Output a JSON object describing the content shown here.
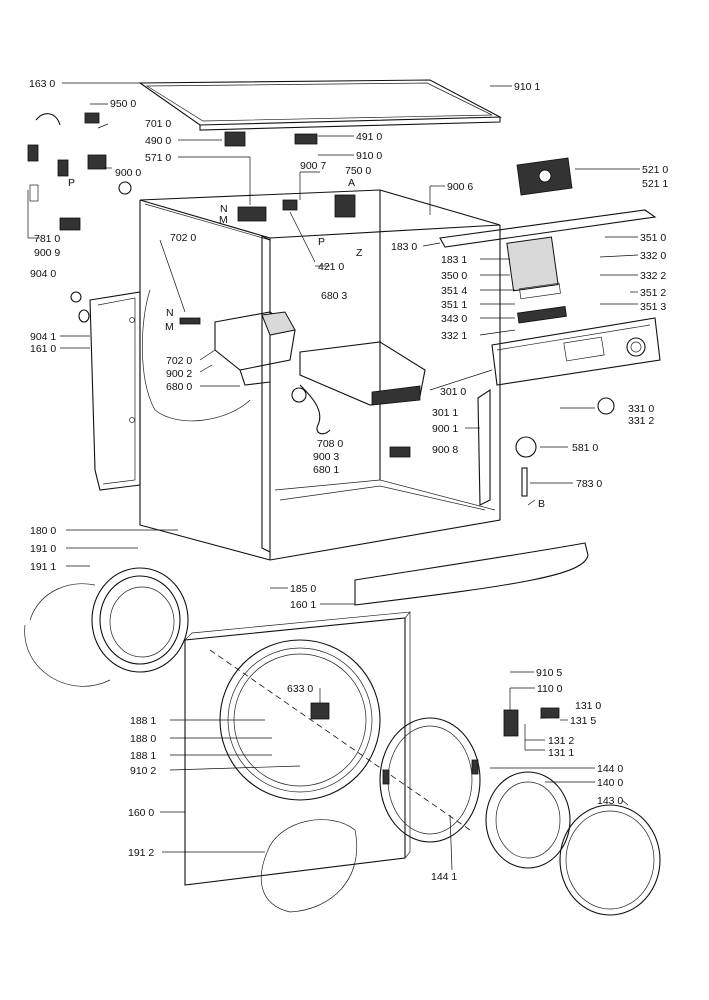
{
  "labels": [
    {
      "id": "l1630",
      "text": "163 0"
    },
    {
      "id": "l9101",
      "text": "910 1"
    },
    {
      "id": "l9500",
      "text": "950 0"
    },
    {
      "id": "l7010",
      "text": "701 0"
    },
    {
      "id": "l4900",
      "text": "490 0"
    },
    {
      "id": "l4910",
      "text": "491 0"
    },
    {
      "id": "l9100",
      "text": "910 0"
    },
    {
      "id": "l5710",
      "text": "571 0"
    },
    {
      "id": "l9000",
      "text": "900 0"
    },
    {
      "id": "l9007",
      "text": "900 7"
    },
    {
      "id": "l7500",
      "text": "750 0"
    },
    {
      "id": "lA",
      "text": "A"
    },
    {
      "id": "l5210",
      "text": "521 0"
    },
    {
      "id": "l5211",
      "text": "521 1"
    },
    {
      "id": "l9006",
      "text": "900 6"
    },
    {
      "id": "lN1",
      "text": "N"
    },
    {
      "id": "lM1",
      "text": "M"
    },
    {
      "id": "lP1",
      "text": "P"
    },
    {
      "id": "lP2",
      "text": "P"
    },
    {
      "id": "lZ",
      "text": "Z"
    },
    {
      "id": "l1830",
      "text": "183 0"
    },
    {
      "id": "l3510",
      "text": "351 0"
    },
    {
      "id": "l7810",
      "text": "781 0"
    },
    {
      "id": "l9009",
      "text": "900 9"
    },
    {
      "id": "l7020a",
      "text": "702 0"
    },
    {
      "id": "l4210",
      "text": "421 0"
    },
    {
      "id": "l1831",
      "text": "183 1"
    },
    {
      "id": "l3320",
      "text": "332 0"
    },
    {
      "id": "l9040",
      "text": "904 0"
    },
    {
      "id": "l3500",
      "text": "350 0"
    },
    {
      "id": "l3322",
      "text": "332 2"
    },
    {
      "id": "l3514",
      "text": "351 4"
    },
    {
      "id": "l3512",
      "text": "351 2"
    },
    {
      "id": "l6803",
      "text": "680 3"
    },
    {
      "id": "l3511",
      "text": "351 1"
    },
    {
      "id": "l3513",
      "text": "351 3"
    },
    {
      "id": "l3430",
      "text": "343 0"
    },
    {
      "id": "l9041",
      "text": "904 1"
    },
    {
      "id": "l1610",
      "text": "161 0"
    },
    {
      "id": "l3321",
      "text": "332 1"
    },
    {
      "id": "lN2",
      "text": "N"
    },
    {
      "id": "lM2",
      "text": "M"
    },
    {
      "id": "l7020b",
      "text": "702 0"
    },
    {
      "id": "l9002",
      "text": "900 2"
    },
    {
      "id": "l6800",
      "text": "680 0"
    },
    {
      "id": "l3010",
      "text": "301 0"
    },
    {
      "id": "l3011",
      "text": "301 1"
    },
    {
      "id": "l3310",
      "text": "331 0"
    },
    {
      "id": "l9001",
      "text": "900 1"
    },
    {
      "id": "l3312",
      "text": "331 2"
    },
    {
      "id": "l7080",
      "text": "708 0"
    },
    {
      "id": "l9003",
      "text": "900 3"
    },
    {
      "id": "l9008",
      "text": "900 8"
    },
    {
      "id": "l5810",
      "text": "581 0"
    },
    {
      "id": "l6801",
      "text": "680 1"
    },
    {
      "id": "l7830",
      "text": "783 0"
    },
    {
      "id": "lB",
      "text": "B"
    },
    {
      "id": "l1800",
      "text": "180 0"
    },
    {
      "id": "l1910",
      "text": "191 0"
    },
    {
      "id": "l1911",
      "text": "191 1"
    },
    {
      "id": "l1850",
      "text": "185 0"
    },
    {
      "id": "l1601",
      "text": "160 1"
    },
    {
      "id": "l9105",
      "text": "910 5"
    },
    {
      "id": "l6330",
      "text": "633 0"
    },
    {
      "id": "l1100",
      "text": "110 0"
    },
    {
      "id": "l1310",
      "text": "131 0"
    },
    {
      "id": "l1881a",
      "text": "188 1"
    },
    {
      "id": "l1315",
      "text": "131 5"
    },
    {
      "id": "l1880",
      "text": "188 0"
    },
    {
      "id": "l1312",
      "text": "131 2"
    },
    {
      "id": "l1881b",
      "text": "188 1"
    },
    {
      "id": "l1311",
      "text": "131 1"
    },
    {
      "id": "l9102",
      "text": "910 2"
    },
    {
      "id": "l1440",
      "text": "144 0"
    },
    {
      "id": "l1400",
      "text": "140 0"
    },
    {
      "id": "l1600",
      "text": "160 0"
    },
    {
      "id": "l1430",
      "text": "143 0"
    },
    {
      "id": "l1912",
      "text": "191 2"
    },
    {
      "id": "l1441",
      "text": "144 1"
    }
  ]
}
